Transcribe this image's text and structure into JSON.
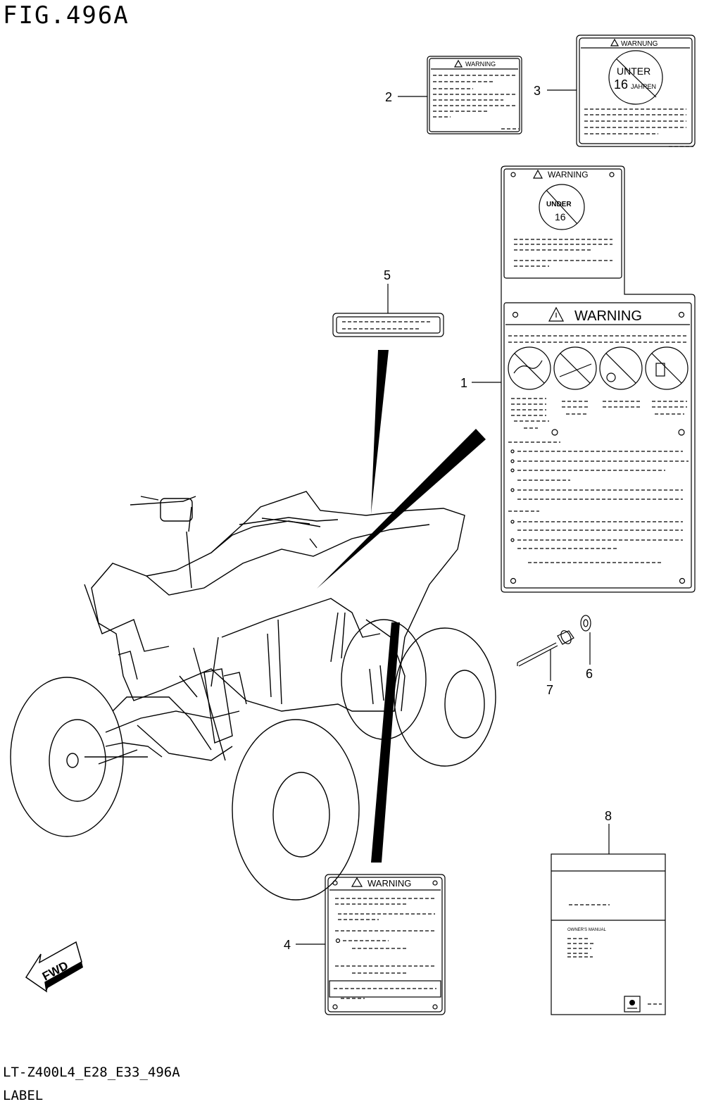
{
  "figure": {
    "title": "FIG.496A",
    "code": "LT-Z400L4_E28_E33_496A",
    "section": "LABEL"
  },
  "labels": {
    "warning": "WARNING",
    "warnung": "WARNUNG",
    "under_top": "UNTER",
    "under_num": "16",
    "under_bottom": "JAHREN",
    "under_en_top": "UNDER",
    "under_en_num": "16",
    "fwd": "FWD",
    "owners_manual": "OWNER'S MANUAL"
  },
  "parts": [
    {
      "num": "1"
    },
    {
      "num": "2"
    },
    {
      "num": "3"
    },
    {
      "num": "4"
    },
    {
      "num": "5"
    },
    {
      "num": "6"
    },
    {
      "num": "7"
    },
    {
      "num": "8"
    }
  ]
}
